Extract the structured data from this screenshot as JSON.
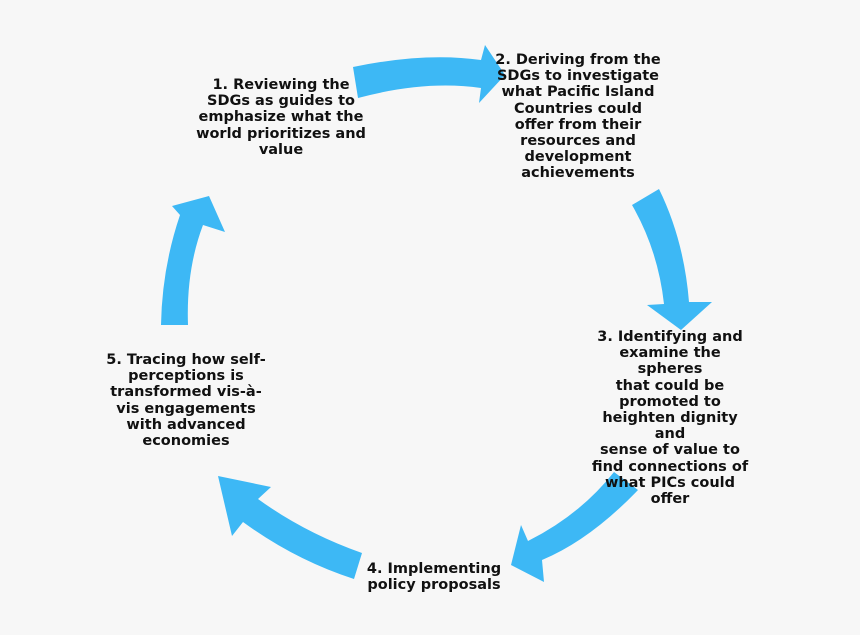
{
  "diagram": {
    "steps": [
      {
        "id": 1,
        "label": "1. Reviewing the\nSDGs as guides to\nemphasize what the\nworld prioritizes and\nvalue"
      },
      {
        "id": 2,
        "label": "2. Deriving from the\nSDGs to investigate\nwhat Pacific Island\nCountries could\noffer from their\nresources and\ndevelopment\nachievements"
      },
      {
        "id": 3,
        "label": "3. Identifying and\nexamine the spheres\nthat could be\npromoted to\nheighten dignity and\nsense of value to\nfind connections of\nwhat PICs could\noffer"
      },
      {
        "id": 4,
        "label": "4. Implementing\npolicy proposals"
      },
      {
        "id": 5,
        "label": "5. Tracing how self-\nperceptions is\ntransformed vis-à-\nvis engagements\nwith advanced\neconomies"
      }
    ],
    "colors": {
      "arrow": "#3db8f5",
      "text": "#111111",
      "background": "#f7f7f7"
    }
  }
}
